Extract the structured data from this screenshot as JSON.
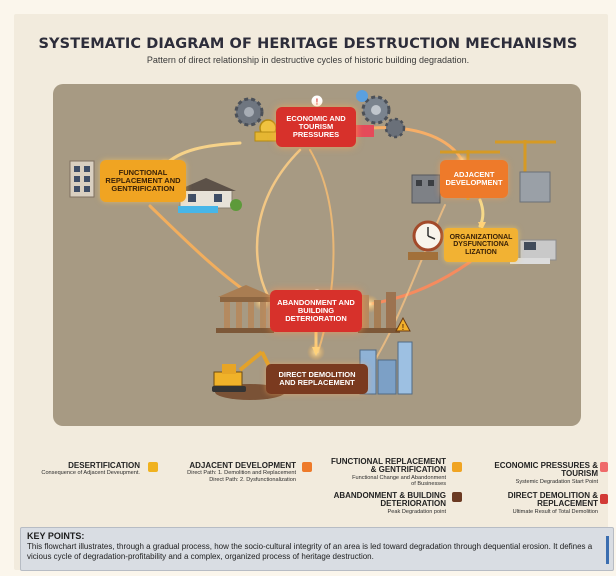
{
  "header": {
    "title": "SYSTEMATIC DIAGRAM OF HERITAGE DESTRUCTION MECHANISMS",
    "subtitle": "Pattern of direct relationship in destructive cycles of historic building degradation."
  },
  "nodes": {
    "economic": {
      "line1": "ECONOMIC AND",
      "line2": "TOURISM",
      "line3": "PRESSURES",
      "color": "#d7312b"
    },
    "functional": {
      "line1": "FUNCTIONAL",
      "line2": "REPLACEMENT AND",
      "line3": "GENTRIFICATION",
      "color": "#f0a422"
    },
    "adjacent": {
      "line1": "ADJACENT",
      "line2": "DEVELOPMENT",
      "color": "#ee7a2a"
    },
    "organizational": {
      "line1": "ORGANIZATIONAL",
      "line2": "DYSFUNCTIONA",
      "line3": "LIZATION",
      "color": "#f2b233"
    },
    "abandonment": {
      "line1": "ABANDONMENT AND",
      "line2": "BUILDING",
      "line3": "DETERIORATION",
      "color": "#d7312b"
    },
    "demolition": {
      "line1": "DIRECT DEMOLITION",
      "line2": "AND REPLACEMENT",
      "color": "#7a3a1f"
    }
  },
  "legend": [
    {
      "title": "DESERTIFICATION",
      "desc": [
        "Consequence of Adjacent Deveupment."
      ],
      "color": "#f0b21f"
    },
    {
      "title": "ADJACENT DEVELOPMENT",
      "desc": [
        "Direct Path: 1. Demolition and Replacement",
        "Direct Path: 2. Dysfunctionalization"
      ],
      "color": "#ee7a2a"
    },
    {
      "title": "FUNCTIONAL REPLACEMENT & GENTRIFICATION",
      "desc": [
        "Functional Change and Abandonment",
        "of Businesses"
      ],
      "color": "#f0a422"
    },
    {
      "title": "ABANDONMENT & BUILDING DETERIORATION",
      "desc": [
        "Peak Degradation point"
      ],
      "color": "#6b3a22"
    },
    {
      "title": "ECONOMIC PRESSURES & TOURISM",
      "desc": [
        "Systemic Degradation Start Point"
      ],
      "color": "#ef6a6a"
    },
    {
      "title": "DIRECT DEMOLITION & REPLACEMENT",
      "desc": [
        "Ultimate Result of Total Demolition"
      ],
      "color": "#d23a36"
    }
  ],
  "key_points": {
    "title": "KEY POINTS:",
    "text": "This flowchart illustrates, through a gradual process, how the socio-cultural integrity of an area is led toward degradation through dequential erosion. It defines a vicious cycle of degradation-profitability and a complex, organized process of heritage destruction."
  }
}
